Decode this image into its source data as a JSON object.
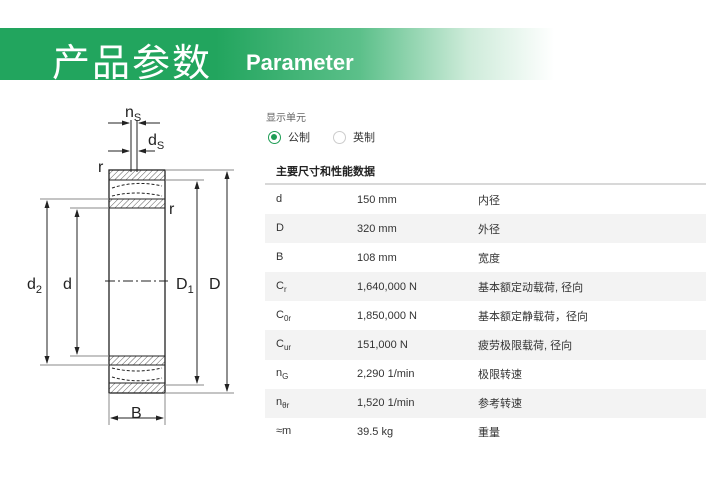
{
  "banner": {
    "title_cn": "产品参数",
    "title_en": "Parameter",
    "color": "#22a55e"
  },
  "units": {
    "label": "显示单元",
    "options": [
      {
        "label": "公制",
        "selected": true
      },
      {
        "label": "英制",
        "selected": false
      }
    ]
  },
  "section_title": "主要尺寸和性能数据",
  "rows": [
    {
      "sym": "d",
      "sub": "",
      "value": "150 mm",
      "desc": "内径"
    },
    {
      "sym": "D",
      "sub": "",
      "value": "320 mm",
      "desc": "外径"
    },
    {
      "sym": "B",
      "sub": "",
      "value": "108 mm",
      "desc": "宽度"
    },
    {
      "sym": "C",
      "sub": "r",
      "value": "1,640,000 N",
      "desc": "基本额定动载荷, 径向"
    },
    {
      "sym": "C",
      "sub": "0r",
      "value": "1,850,000 N",
      "desc": "基本额定静载荷，径向"
    },
    {
      "sym": "C",
      "sub": "ur",
      "value": "151,000 N",
      "desc": "疲劳极限载荷, 径向"
    },
    {
      "sym": "n",
      "sub": "G",
      "value": "2,290 1/min",
      "desc": "极限转速"
    },
    {
      "sym": "n",
      "sub": "θr",
      "value": "1,520 1/min",
      "desc": "参考转速"
    },
    {
      "sym": "≈m",
      "sub": "",
      "value": "39.5 kg",
      "desc": "重量"
    }
  ],
  "drawing": {
    "labels": {
      "ns": "n",
      "ns_sub": "S",
      "ds": "d",
      "ds_sub": "S",
      "r": "r",
      "d2": "d",
      "d2_sub": "2",
      "d": "d",
      "D1": "D",
      "D1_sub": "1",
      "D": "D",
      "B": "B"
    }
  }
}
